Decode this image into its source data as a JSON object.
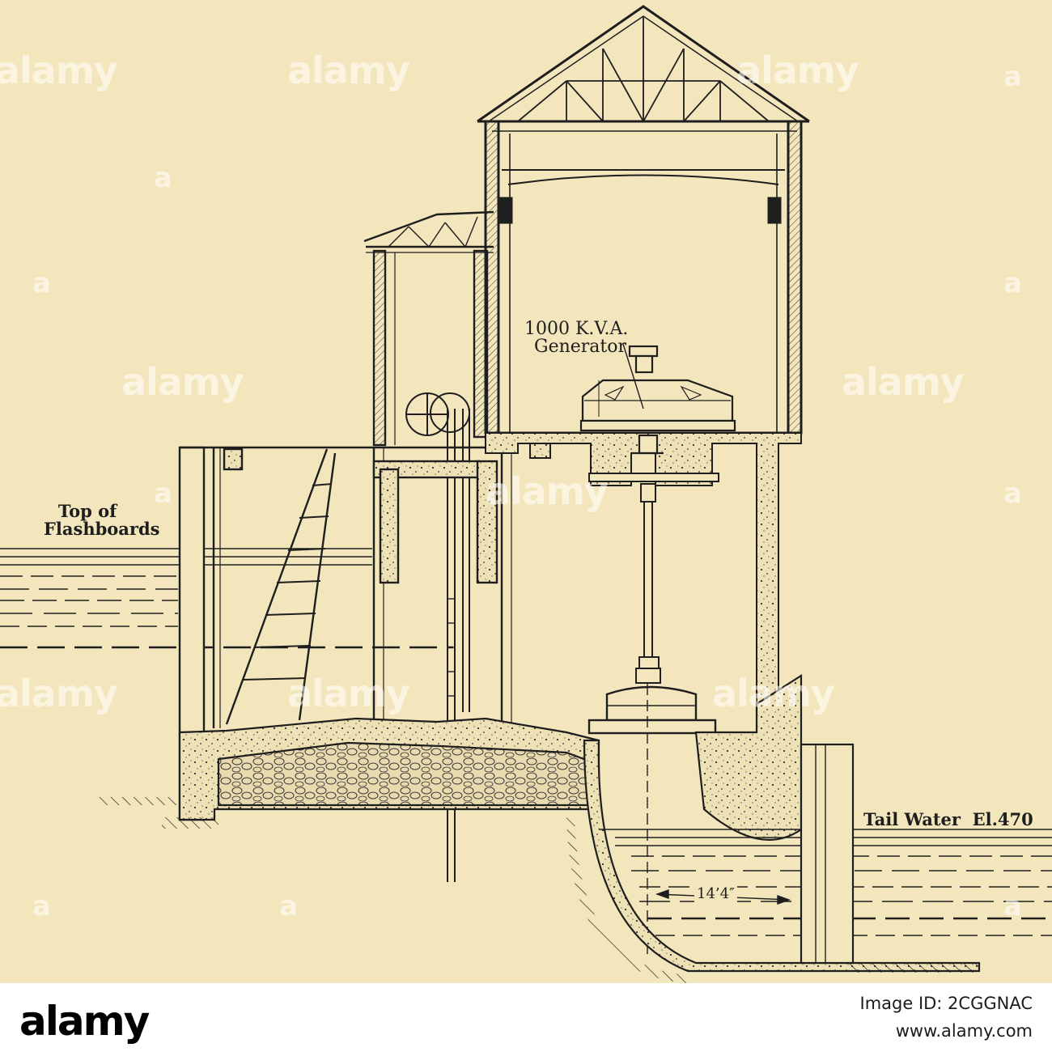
{
  "diagram": {
    "labels": {
      "generator": [
        "1000 K.V.A.",
        "Generator"
      ],
      "flashboards": [
        "Top of",
        "Flashboards"
      ],
      "tail_water": "Tail Water  El.470",
      "dimension": "14’4″"
    }
  },
  "watermark": {
    "word": "alamy",
    "letter": "a"
  },
  "footer": {
    "logo": "alamy",
    "image_id": "Image ID: 2CGGNAC",
    "site": "www.alamy.com"
  },
  "colors": {
    "paper": "#f3e6bd",
    "ink": "#1e1e1e",
    "footer_bg": "#ffffff"
  }
}
